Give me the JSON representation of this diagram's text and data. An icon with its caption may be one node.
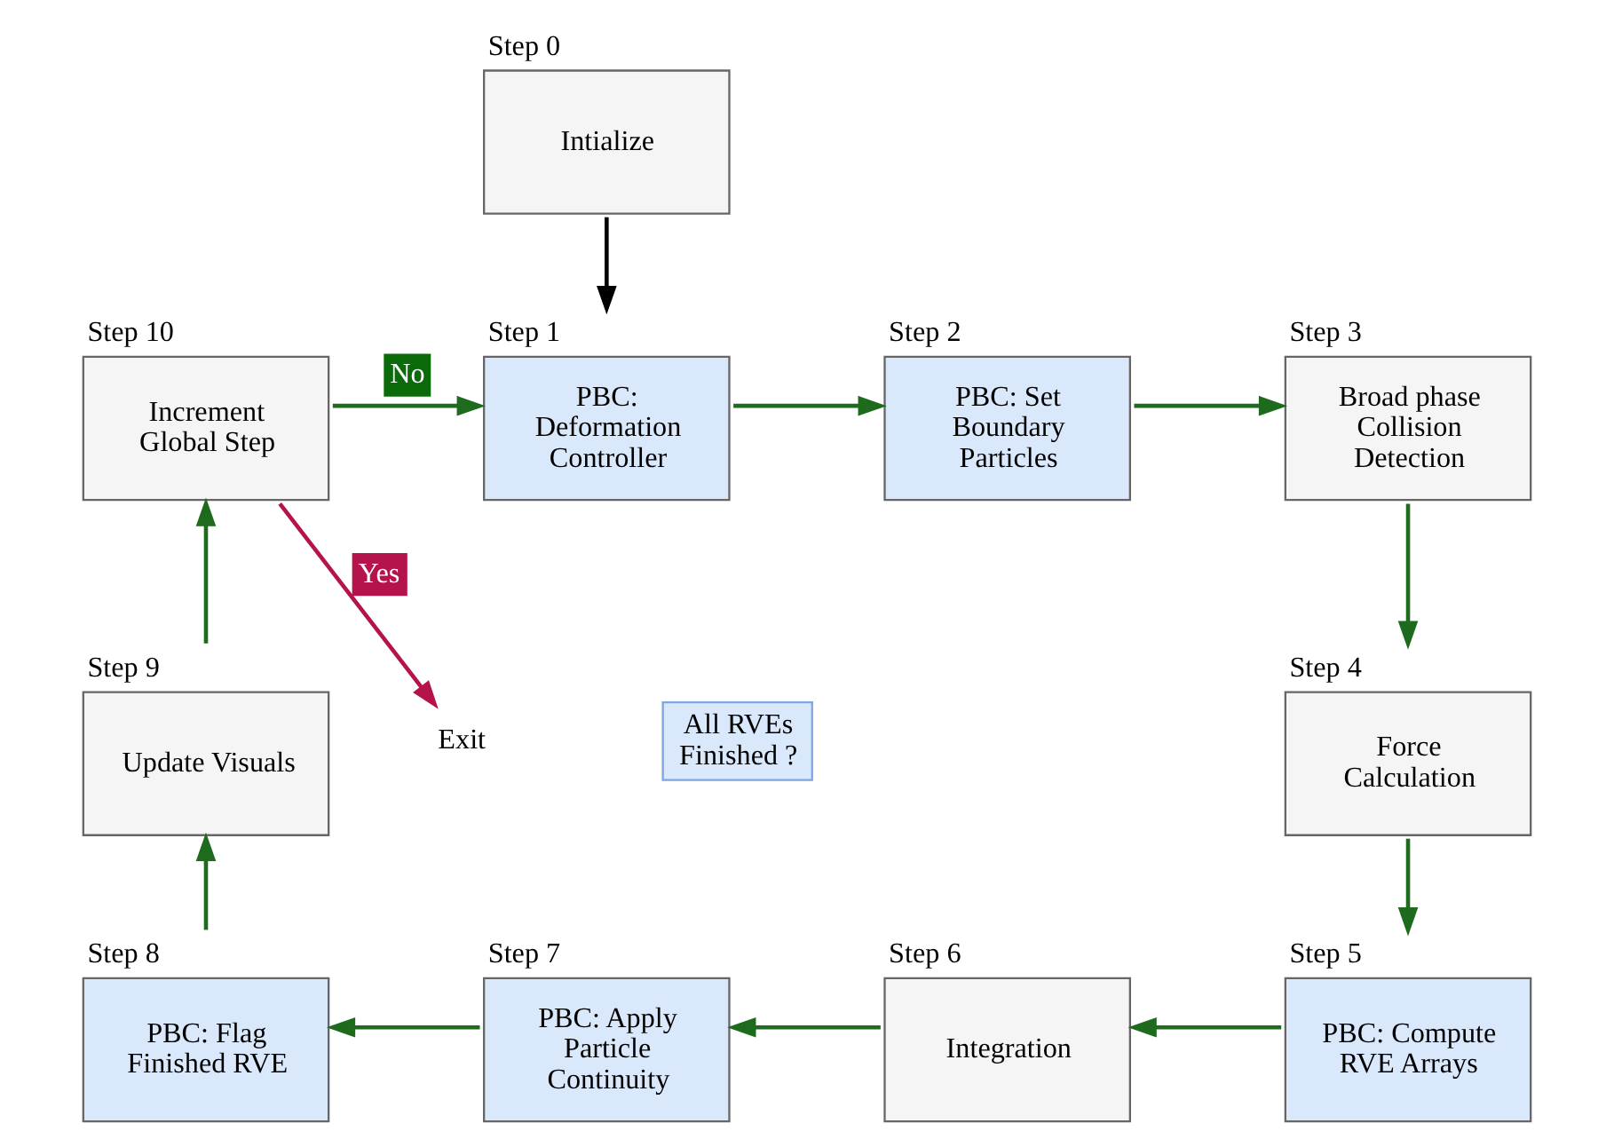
{
  "diagram": {
    "nodes": [
      {
        "text": [
          "Step 0",
          "Intialize"
        ]
      },
      {
        "text": [
          "Step 1",
          "PBC: Deformation Controller"
        ]
      },
      {
        "text": [
          "Step 2",
          "PBC: Set Boundary Particles"
        ]
      },
      {
        "text": [
          "Step 3",
          "Broad phase Collision Detection"
        ]
      },
      {
        "text": [
          "Step 4",
          "Force Calculation"
        ]
      },
      {
        "text": [
          "Step 5",
          "PBC: Compute RVE Arrays"
        ]
      },
      {
        "text": [
          "Step 6",
          "Integration"
        ]
      },
      {
        "text": [
          "Step 7",
          "PBC: Apply Particle Continuity"
        ]
      },
      {
        "text": [
          "Step 8",
          "PBC: Flag Finished RVE"
        ]
      },
      {
        "text": [
          "Step 9",
          "Update Visuals"
        ]
      },
      {
        "text": [
          "Step 10",
          "Increment Global Step"
        ]
      },
      {
        "text": [
          "Exit"
        ]
      },
      {
        "text": [
          "All RVEs Finished ?"
        ]
      }
    ],
    "edges": [
      {
        "from": 0,
        "to": 1,
        "arrow": "to",
        "color": "#000000"
      },
      {
        "from": 1,
        "to": 2,
        "arrow": "to"
      },
      {
        "from": 2,
        "to": 3,
        "arrow": "to"
      },
      {
        "from": 3,
        "to": 4,
        "arrow": "to"
      },
      {
        "from": 4,
        "to": 5,
        "arrow": "to"
      },
      {
        "from": 5,
        "to": 6,
        "arrow": "to"
      },
      {
        "from": 6,
        "to": 7,
        "arrow": "to"
      },
      {
        "from": 7,
        "to": 8,
        "arrow": "to"
      },
      {
        "from": 8,
        "to": 9,
        "arrow": "to"
      },
      {
        "from": 9,
        "to": 10,
        "arrow": "to"
      },
      {
        "from": 10,
        "to": 1,
        "arrow": "to",
        "label": "No"
      },
      {
        "from": 10,
        "to": 11,
        "arrow": "to",
        "label": "Yes",
        "color": "#b5134b"
      }
    ]
  }
}
